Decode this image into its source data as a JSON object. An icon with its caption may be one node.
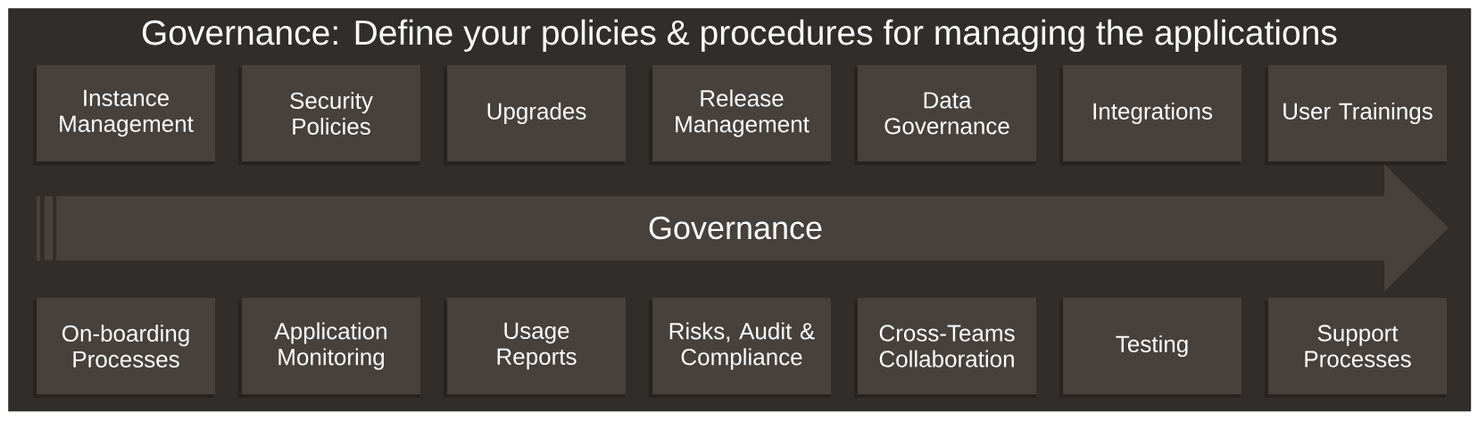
{
  "diagram": {
    "nodes": [
      {
        "text": [
          "Governance: Define your policies & procedures for managing the applications"
        ]
      },
      {
        "text": [
          "Instance Management"
        ],
        "in": 0
      },
      {
        "text": [
          "Security Policies"
        ],
        "in": 0
      },
      {
        "text": [
          "Upgrades"
        ],
        "in": 0
      },
      {
        "text": [
          "Release Management"
        ],
        "in": 0
      },
      {
        "text": [
          "Data Governance"
        ],
        "in": 0
      },
      {
        "text": [
          "Integrations"
        ],
        "in": 0
      },
      {
        "text": [
          "User Trainings"
        ],
        "in": 0
      },
      {
        "text": [
          "Governance"
        ],
        "in": 0
      },
      {
        "text": [
          "On-boarding Processes"
        ],
        "in": 0
      },
      {
        "text": [
          "Application Monitoring"
        ],
        "in": 0
      },
      {
        "text": [
          "Usage Reports"
        ],
        "in": 0
      },
      {
        "text": [
          "Risks, Audit & Compliance"
        ],
        "in": 0
      },
      {
        "text": [
          "Cross-Teams Collaboration"
        ],
        "in": 0
      },
      {
        "text": [
          "Testing"
        ],
        "in": 0
      },
      {
        "text": [
          "Support Processes"
        ],
        "in": 0
      }
    ]
  }
}
